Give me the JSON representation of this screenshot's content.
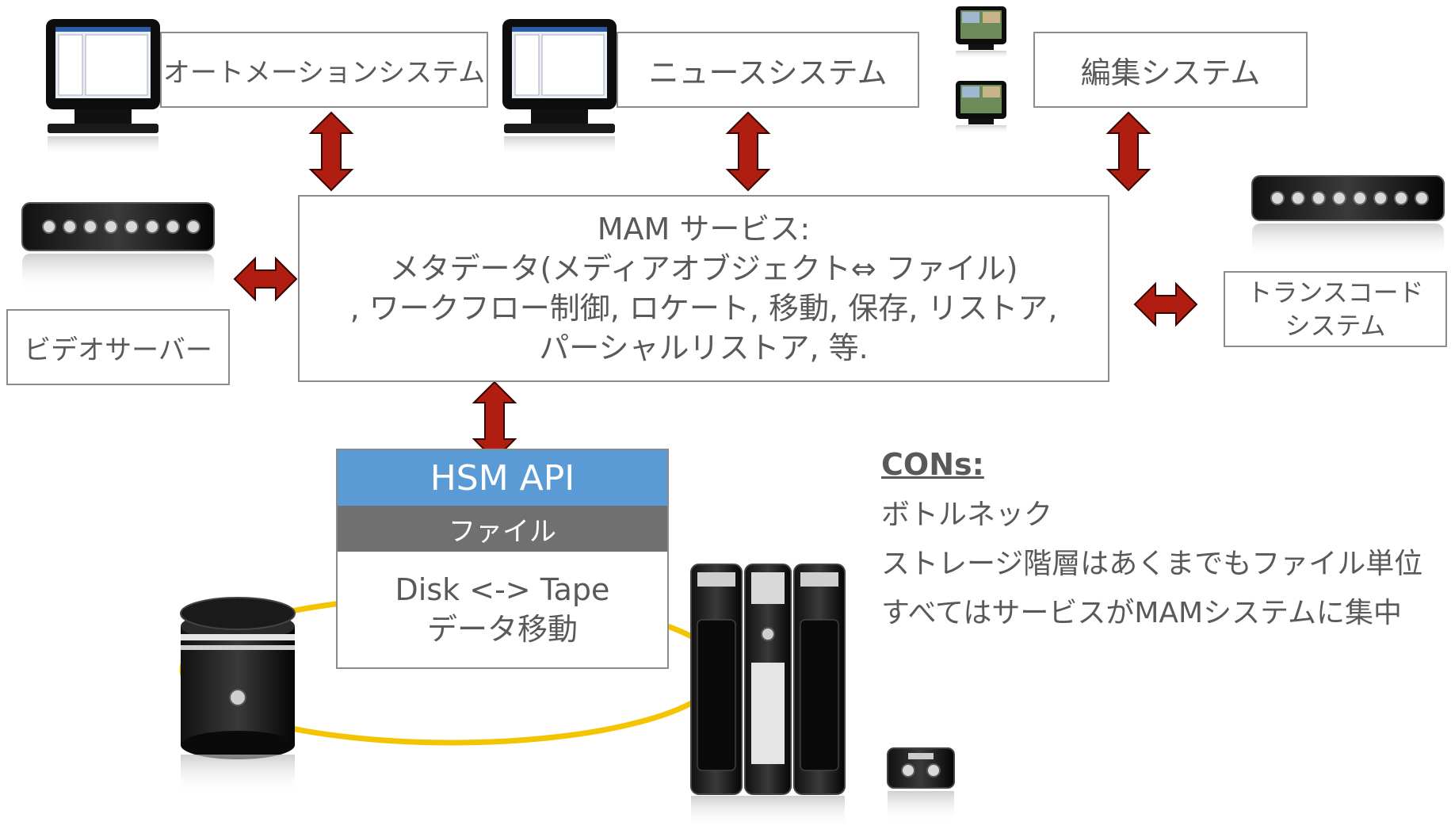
{
  "top": {
    "automation": "オートメーションシステム",
    "news": "ニュースシステム",
    "editing": "編集システム"
  },
  "left": {
    "video_server": "ビデオサーバー"
  },
  "right": {
    "transcode_line1": "トランスコード",
    "transcode_line2": "システム"
  },
  "mam": {
    "line1": "MAM サービス:",
    "line2": "メタデータ(メディアオブジェクト⇔ ファイル)",
    "line3": ", ワークフロー制御, ロケート, 移動, 保存, リストア,",
    "line4": "パーシャルリストア, 等."
  },
  "hsm": {
    "api": "HSM API",
    "file": "ファイル",
    "line1": "Disk <-> Tape",
    "line2": "データ移動"
  },
  "cons": {
    "title": "CONs:",
    "items": [
      "ボトルネック",
      "ストレージ階層はあくまでもファイル単位",
      "すべてはサービスがMAMシステムに集中"
    ]
  },
  "colors": {
    "arrow": "#b01e12",
    "hsm_api": "#5b9bd5",
    "hsm_file": "#707070",
    "ring": "#f5c400"
  }
}
